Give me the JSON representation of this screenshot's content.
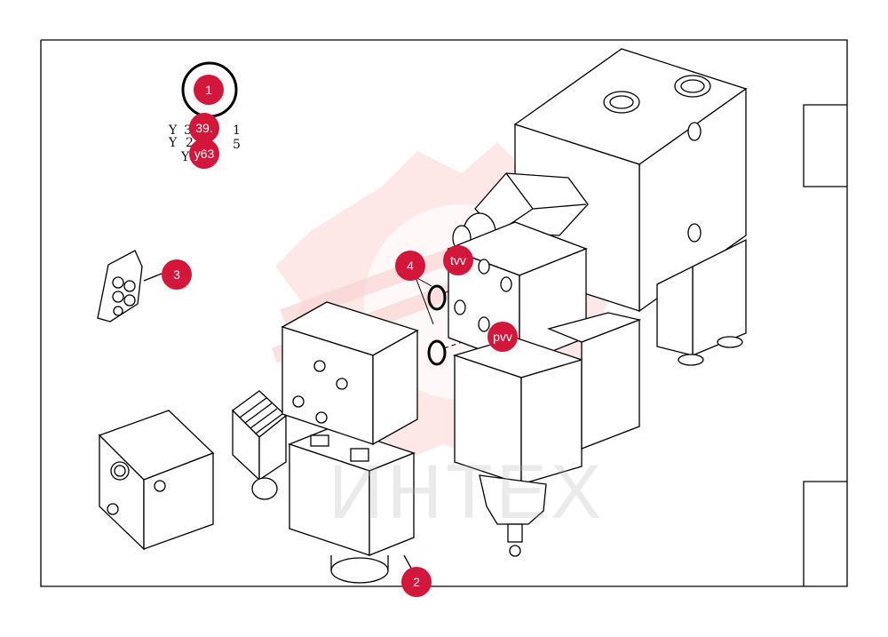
{
  "colors": {
    "callout_fill": "#d3163a",
    "line": "#000000",
    "watermark": "#f7b7b7",
    "watermark_text": "#b5b5b5",
    "background": "#ffffff"
  },
  "watermark": {
    "text": "ИНТЕХ",
    "icon": "gear-logo-icon"
  },
  "callouts": {
    "c1": "1",
    "c2": "2",
    "c3": "3",
    "c4": "4",
    "c39": "39.",
    "cy63": "y63",
    "ctvv": "tvv",
    "cpvv": "pvv"
  },
  "side_text": {
    "y1": "Y",
    "y2": "Y",
    "y3": "Y",
    "n3": "3",
    "n2": "2",
    "one": "1",
    "five": "5"
  }
}
